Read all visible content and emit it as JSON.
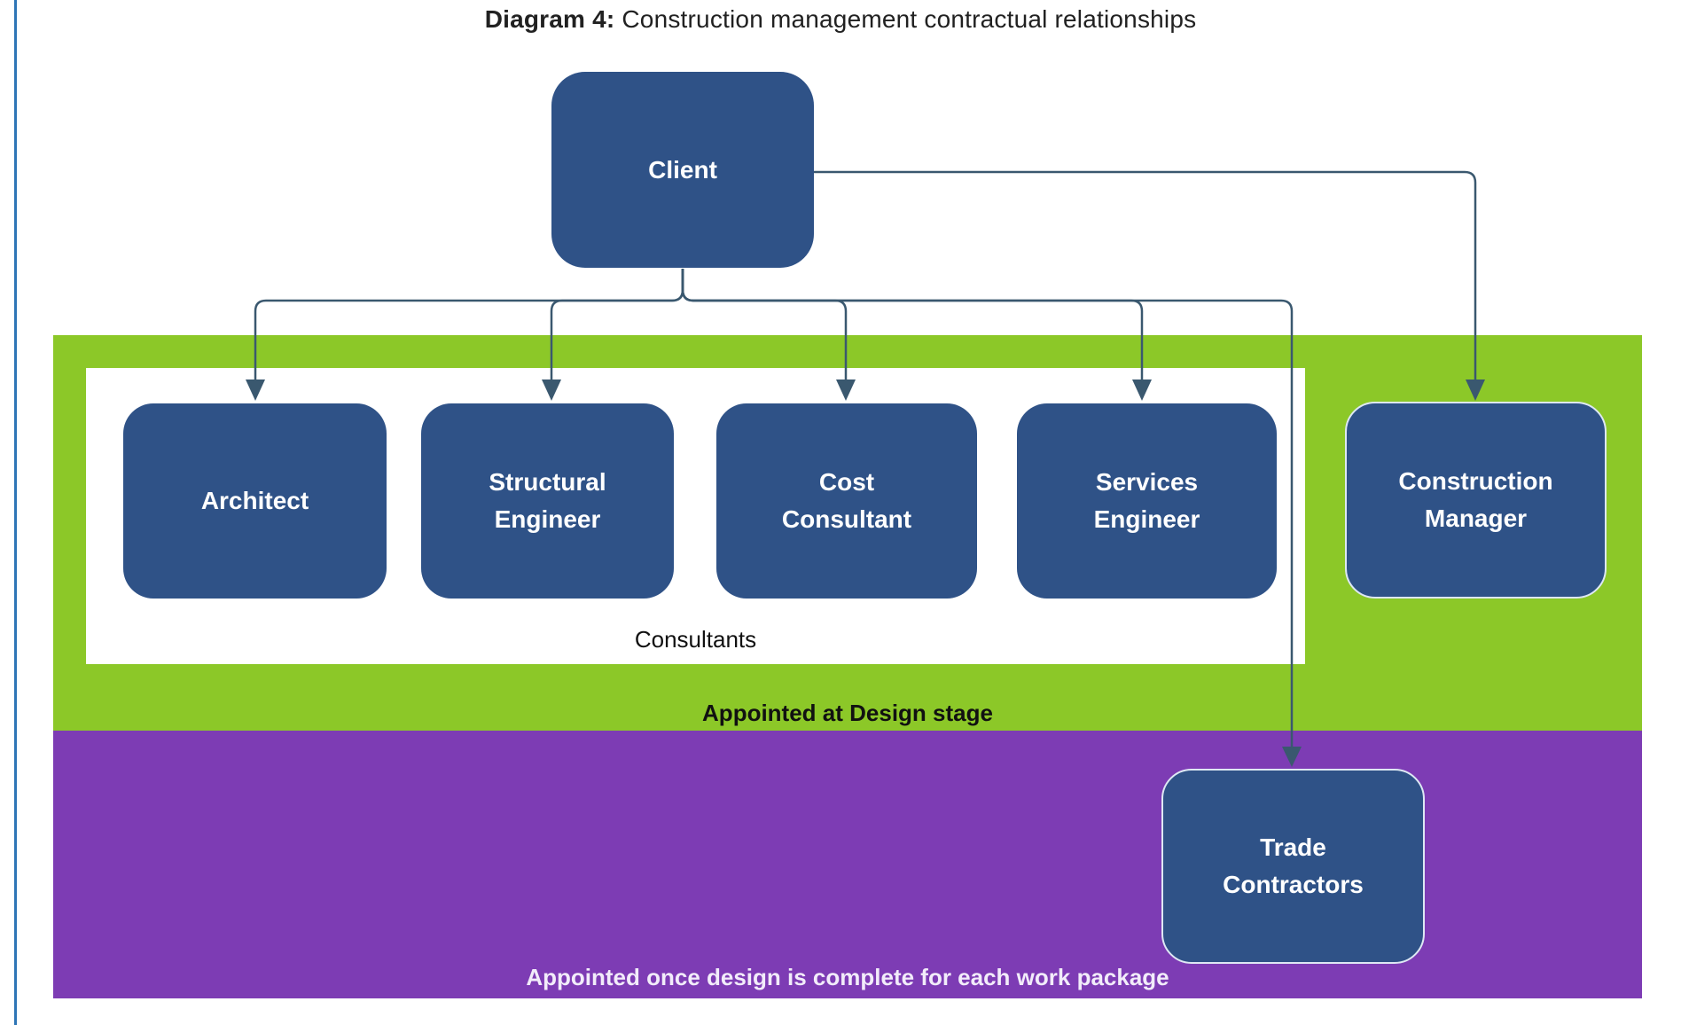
{
  "title": {
    "prefix": "Diagram 4:",
    "rest": " Construction management contractual relationships"
  },
  "nodes": {
    "client": {
      "label": "Client"
    },
    "consultants": [
      {
        "label": "Architect"
      },
      {
        "label": "Structural Engineer"
      },
      {
        "label": "Cost Consultant"
      },
      {
        "label": "Services Engineer"
      }
    ],
    "construction_manager": {
      "label": "Construction Manager"
    },
    "trade_contractors": {
      "label": "Trade Contractors"
    }
  },
  "group_labels": {
    "consultants": "Consultants",
    "design_stage": "Appointed at Design stage",
    "work_package": "Appointed once design is complete for each work package"
  },
  "colors": {
    "node_fill": "#2F5287",
    "node_border": "#DEE8F4",
    "node_text": "#FFFFFF",
    "band_green": "#8CC828",
    "band_purple": "#7D3CB4",
    "inner_panel": "#FFFFFF",
    "connector": "#3A586F",
    "page_border": "#2E75B6",
    "title_text": "#212121",
    "band_label_dark": "#111111",
    "purple_label_text": "#F2ECFA"
  }
}
